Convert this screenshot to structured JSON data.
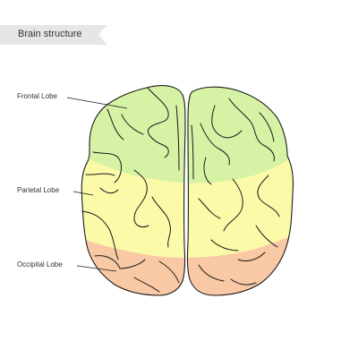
{
  "title": "Brain structure",
  "labels": {
    "frontal": "Frontal Lobe",
    "parietal": "Parietal Lobe",
    "occipital": "Occipital Lobe"
  },
  "colors": {
    "frontal": "#d6f2a4",
    "parietal": "#fafaa8",
    "occipital": "#f9c9a5",
    "ribbon": "#e6e6e6",
    "outline": "#1a1a1a"
  }
}
